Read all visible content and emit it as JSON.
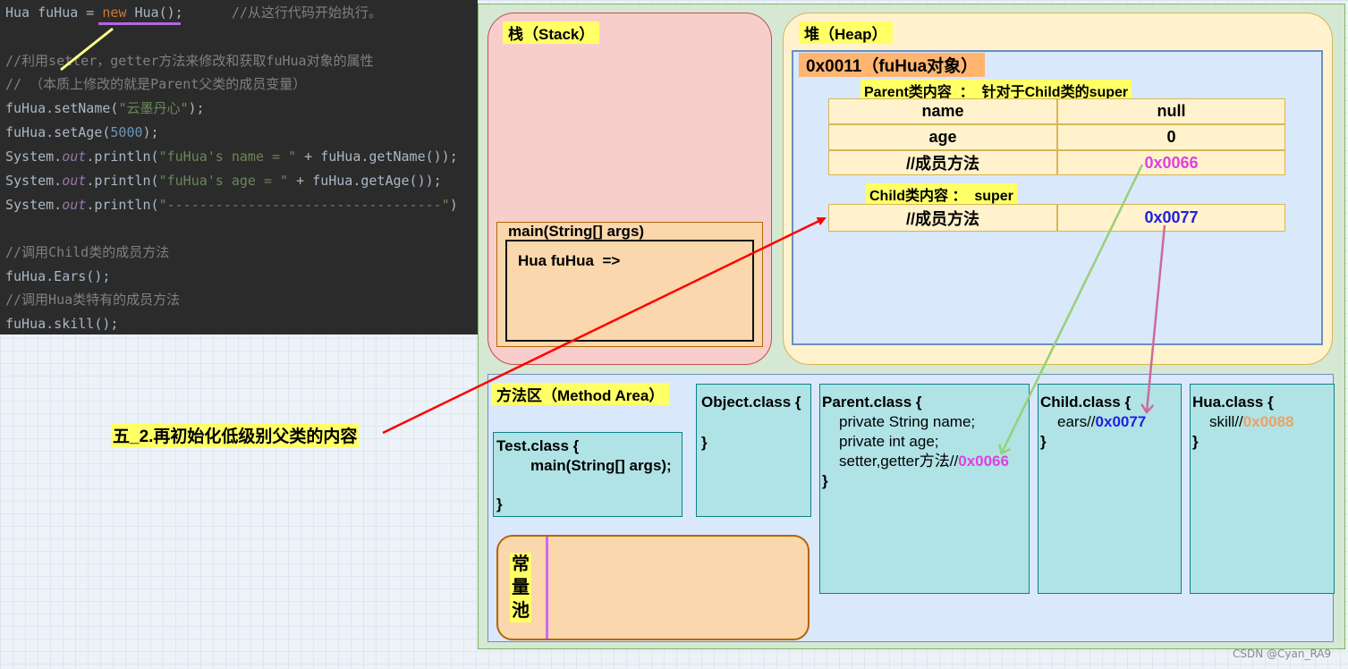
{
  "code": {
    "line1": {
      "a": "Hua fuHua = ",
      "kw": "new",
      "b": " Hua();",
      "comment": "      //从这行代码开始执行。"
    },
    "line2": "//利用setter，getter方法来修改和获取fuHua对象的属性",
    "line3": "// （本质上修改的就是Parent父类的成员变量）",
    "line4": {
      "a": "fuHua.setName(",
      "str": "\"云墨丹心\"",
      "b": ");"
    },
    "line5": {
      "a": "fuHua.setAge(",
      "num": "5000",
      "b": ");"
    },
    "line6": {
      "a": "System.",
      "field": "out",
      "b": ".println(",
      "str": "\"fuHua's name = \"",
      "c": " + fuHua.getName());"
    },
    "line7": {
      "a": "System.",
      "field": "out",
      "b": ".println(",
      "str": "\"fuHua's age = \"",
      "c": " + fuHua.getAge());"
    },
    "line8": {
      "a": "System.",
      "field": "out",
      "b": ".println(",
      "str": "\"----------------------------------\"",
      "c": ")"
    },
    "line9": "//调用Child类的成员方法",
    "line10": {
      "a": "fuHua.Ears();"
    },
    "line11": "//调用Hua类特有的成员方法",
    "line12": {
      "a": "fuHua.skill();"
    }
  },
  "stack": {
    "title": "栈（Stack）",
    "frame_title": "main(String[] args)",
    "var": "Hua fuHua  =>"
  },
  "heap": {
    "title": "堆（Heap）",
    "object_title": "0x0011（fuHua对象）",
    "parent_label": "Parent类内容  ：  针对于Child类的super",
    "parent_rows": [
      {
        "k": "name",
        "v": "null"
      },
      {
        "k": "age",
        "v": "0"
      },
      {
        "k": "//成员方法",
        "v": "0x0066"
      }
    ],
    "child_label": "Child类内容 ：  super",
    "child_row": {
      "k": "//成员方法",
      "v": "0x0077"
    }
  },
  "method_area": {
    "title": "方法区（Method Area）",
    "test_class": {
      "l1": "Test.class {",
      "l2": "main(String[] args);",
      "l3": "}"
    },
    "object_class": {
      "l1": "Object.class {",
      "l2": "}"
    },
    "parent_class": {
      "l1": "Parent.class {",
      "l2": "private String name;",
      "l3": "private int age;",
      "l4": "setter,getter方法//",
      "addr": "0x0066",
      "l5": "}"
    },
    "child_class": {
      "l1": "Child.class {",
      "l2": "ears//",
      "addr": "0x0077",
      "l3": "}"
    },
    "hua_class": {
      "l1": "Hua.class {",
      "l2": "skill//",
      "addr": "0x0088",
      "l3": "}"
    },
    "const_pool": [
      "常",
      "量",
      "池"
    ]
  },
  "annotation": "五_2.再初始化低级别父类的内容",
  "watermark": "CSDN @Cyan_RA9",
  "colors": {
    "arrow_red": "#ff0000",
    "arrow_green": "#97d077",
    "arrow_pink": "#cd6a9a",
    "arrow_yellow": "#ffff88",
    "underline": "#b366e6",
    "addr_magenta": "#e040e0",
    "addr_blue": "#1f1fe0",
    "addr_orange": "#f0a060"
  }
}
